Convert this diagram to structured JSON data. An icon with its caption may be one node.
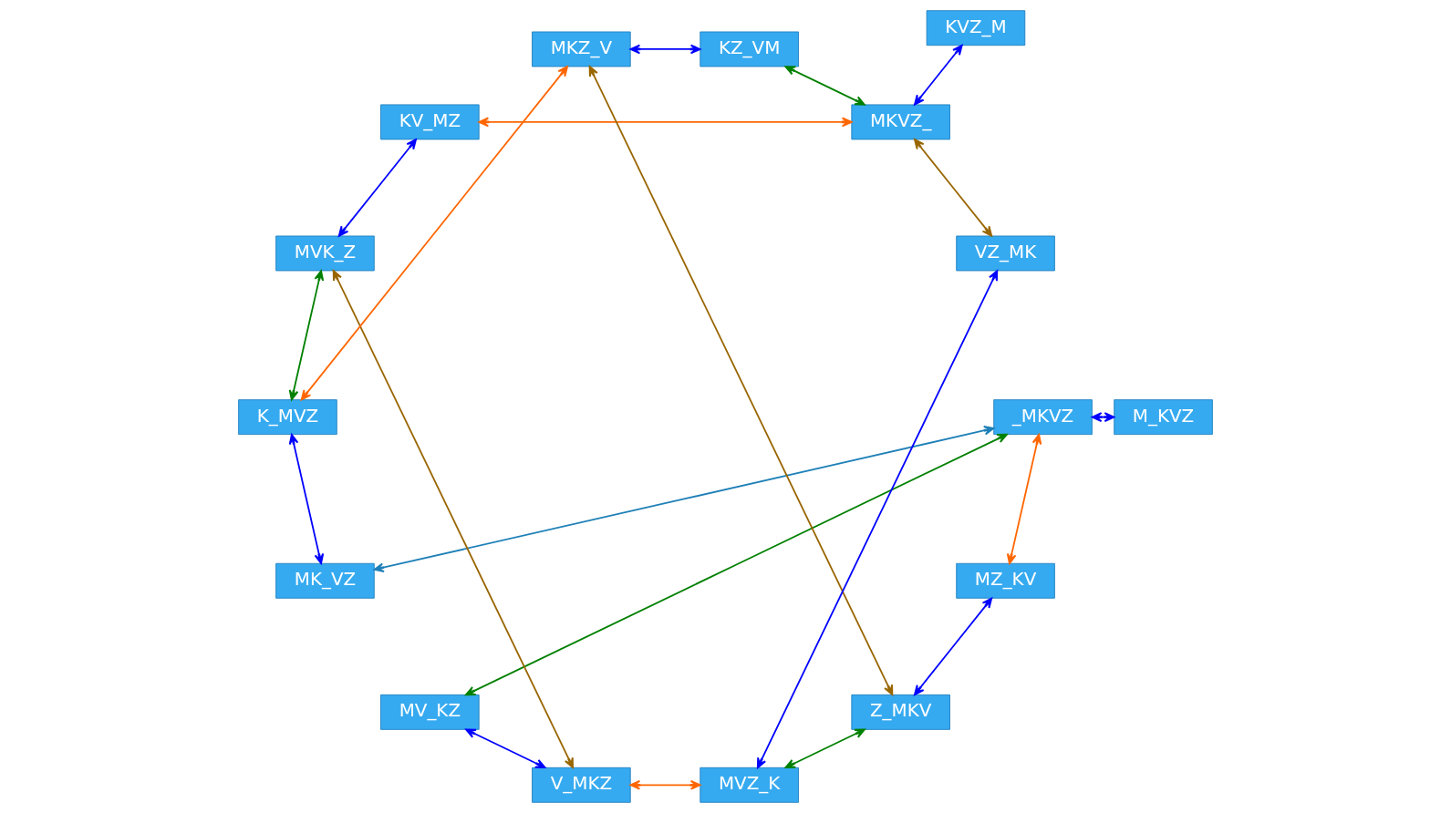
{
  "diagram": {
    "nodes": [
      {
        "text": [
          "_MKVZ"
        ]
      },
      {
        "text": [
          "M_KVZ"
        ]
      },
      {
        "text": [
          "MKVZ_"
        ]
      },
      {
        "text": [
          "MVK_Z"
        ]
      },
      {
        "text": [
          "K_MVZ"
        ]
      },
      {
        "text": [
          "MKZ_V"
        ]
      },
      {
        "text": [
          "V_MKZ"
        ]
      },
      {
        "text": [
          "MVZ_K"
        ]
      },
      {
        "text": [
          "Z_MKV"
        ]
      },
      {
        "text": [
          "KVZ_M"
        ]
      },
      {
        "text": [
          "MK_VZ"
        ]
      },
      {
        "text": [
          "VZ_MK"
        ]
      },
      {
        "text": [
          "MV_KZ"
        ]
      },
      {
        "text": [
          "KZ_VM"
        ]
      },
      {
        "text": [
          "MZ_KV"
        ]
      },
      {
        "text": [
          "KV_MZ"
        ]
      }
    ],
    "edges": [
      {
        "from": 0,
        "to": 1,
        "arrow": "both"
      },
      {
        "from": 0,
        "to": 14,
        "arrow": "both",
        "color": "#ff6600"
      },
      {
        "from": 0,
        "to": 12,
        "arrow": "both",
        "color": "#008000"
      },
      {
        "from": 0,
        "to": 10,
        "arrow": "both",
        "color": "#1f80b8"
      },
      {
        "from": 2,
        "to": 9,
        "arrow": "both"
      },
      {
        "from": 2,
        "to": 11,
        "arrow": "both",
        "color": "#996600"
      },
      {
        "from": 2,
        "to": 13,
        "arrow": "both",
        "color": "#008000"
      },
      {
        "from": 2,
        "to": 15,
        "arrow": "both",
        "color": "#ff6600"
      },
      {
        "from": 3,
        "to": 4,
        "arrow": "both",
        "color": "#008000"
      },
      {
        "from": 3,
        "to": 6,
        "arrow": "both",
        "color": "#996600"
      },
      {
        "from": 3,
        "to": 15,
        "arrow": "both"
      },
      {
        "from": 5,
        "to": 4,
        "arrow": "both",
        "color": "#ff6600"
      },
      {
        "from": 5,
        "to": 8,
        "arrow": "both",
        "color": "#996600"
      },
      {
        "from": 5,
        "to": 13,
        "arrow": "both"
      },
      {
        "from": 7,
        "to": 6,
        "arrow": "both",
        "color": "#ff6600"
      },
      {
        "from": 7,
        "to": 8,
        "arrow": "both",
        "color": "#008000"
      },
      {
        "from": 7,
        "to": 11,
        "arrow": "both"
      },
      {
        "from": 4,
        "to": 10,
        "arrow": "both"
      },
      {
        "from": 6,
        "to": 12,
        "arrow": "both"
      },
      {
        "from": 8,
        "to": 14,
        "arrow": "both"
      }
    ]
  }
}
